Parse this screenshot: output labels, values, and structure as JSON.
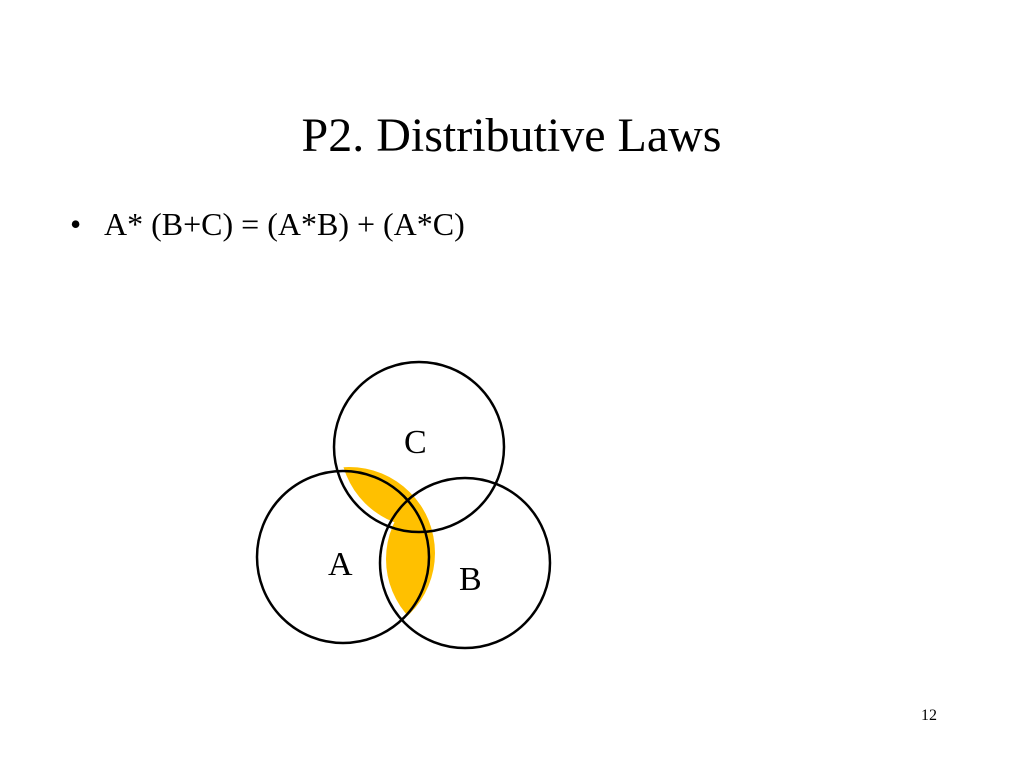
{
  "slide": {
    "title": "P2. Distributive Laws",
    "bullets": [
      {
        "marker": "•",
        "text": "A* (B+C) = (A*B) + (A*C)"
      }
    ],
    "page_number": "12"
  },
  "diagram": {
    "type": "venn",
    "sets": [
      {
        "label": "A"
      },
      {
        "label": "B"
      },
      {
        "label": "C"
      }
    ],
    "highlighted_region": "A ∩ (B ∪ C)",
    "highlight_color": "#FFC000",
    "stroke_color": "#000000"
  }
}
